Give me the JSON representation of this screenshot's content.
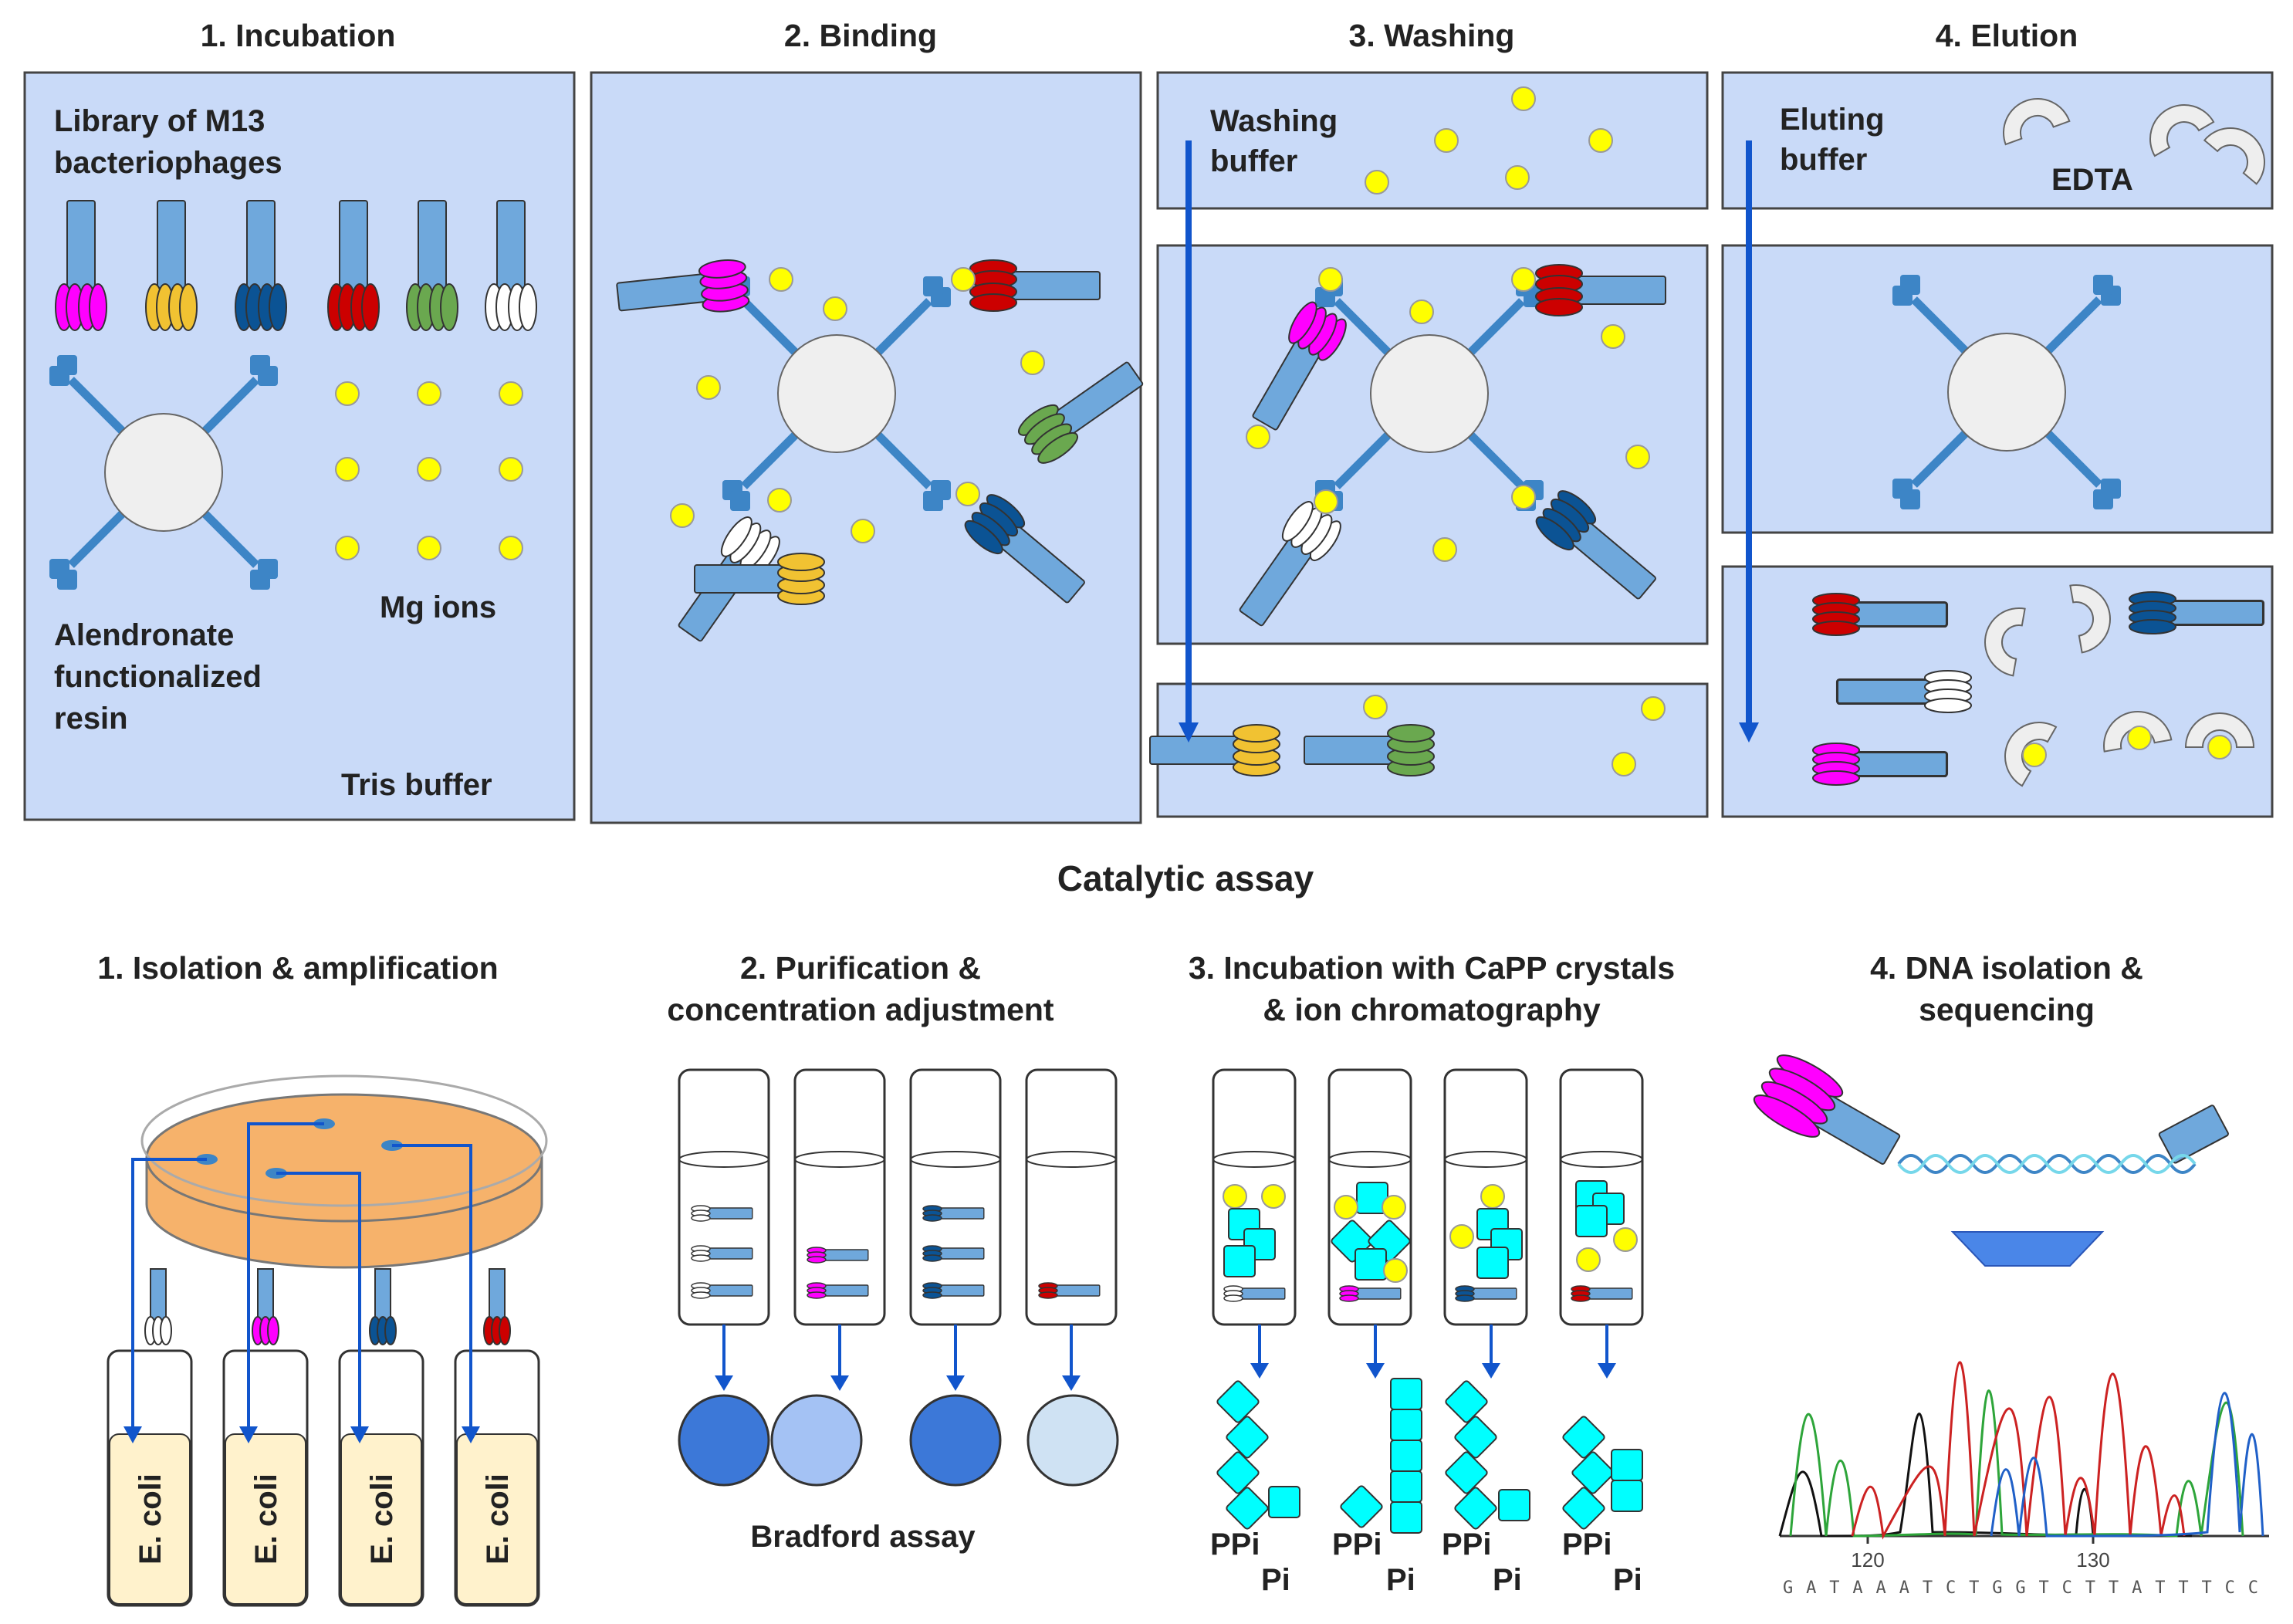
{
  "panning": {
    "headers": [
      "1. Incubation",
      "2. Binding",
      "3. Washing",
      "4. Elution"
    ],
    "incubation": {
      "library_line1": "Library of M13",
      "library_line2": "bacteriophages",
      "resin_line1": "Alendronate",
      "resin_line2": "functionalized",
      "resin_line3": "resin",
      "mg_ions": "Mg ions",
      "tris_buffer": "Tris buffer"
    },
    "washing": {
      "buffer_line1": "Washing",
      "buffer_line2": "buffer"
    },
    "elution": {
      "buffer_line1": "Eluting",
      "buffer_line2": "buffer",
      "edta": "EDTA"
    }
  },
  "assay": {
    "title": "Catalytic assay",
    "step1": "1. Isolation & amplification",
    "step2_line1": "2. Purification &",
    "step2_line2": "concentration adjustment",
    "step3_line1": "3. Incubation with CaPP crystals",
    "step3_line2": "& ion chromatography",
    "step4_line1": "4. DNA isolation &",
    "step4_line2": "sequencing",
    "ecoli": [
      "E. coli",
      "E. coli",
      "E. coli",
      "E. coli"
    ],
    "bradford": "Bradford assay",
    "ppi": [
      "PPi",
      "PPi",
      "PPi",
      "PPi"
    ],
    "pi": [
      "Pi",
      "Pi",
      "Pi",
      "Pi"
    ],
    "seq_ticks": [
      "120",
      "130"
    ],
    "sequence": "GATAAATCTGGTCTTATTTCC"
  },
  "colors": {
    "panel_fill": "#c9daf8",
    "phage_blue": "#6fa8dc",
    "linker_blue": "#3d85c6",
    "mg_yellow": "#ffff00",
    "resin_grey": "#efefef",
    "petri_orange": "#f6b26b",
    "ecoli_medium": "#fff2cc",
    "crystal_cyan": "#00ffff",
    "arrow_blue": "#1155cc",
    "tip_magenta": "#ff00ff",
    "tip_orange": "#f1c232",
    "tip_navy": "#0b5394",
    "tip_red": "#cc0000",
    "tip_green": "#6aa84f",
    "tip_white": "#ffffff"
  }
}
